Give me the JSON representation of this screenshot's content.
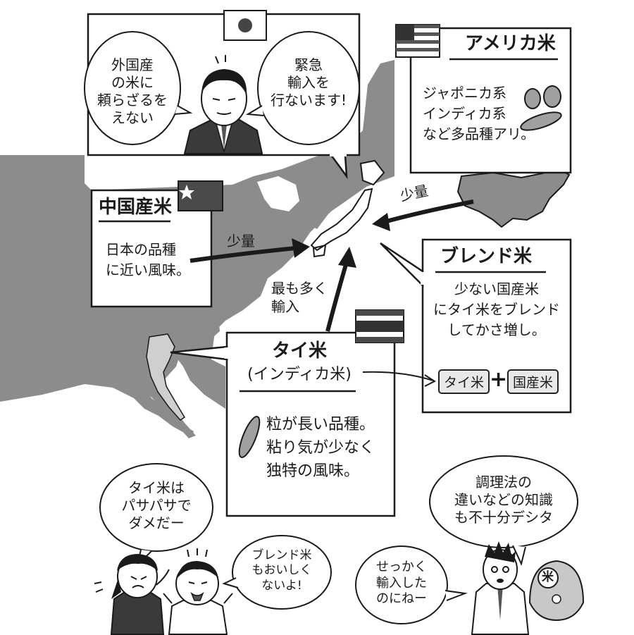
{
  "japan_box": {
    "bubble_left": "外国産\nの米に\n頼らざるを\nえない",
    "bubble_right": "緊急\n輸入を\n行ないます!"
  },
  "usa_box": {
    "title": "アメリカ米",
    "body": "ジャポニカ系\nインディカ系\nなど多品種アリ。",
    "arrow_label": "少量"
  },
  "china_box": {
    "title": "中国産米",
    "body": "日本の品種\nに近い風味。",
    "arrow_label": "少量"
  },
  "thai_box": {
    "title": "タイ米",
    "subtitle": "(インディカ米)",
    "body": "粒が長い品種。\n粘り気が少なく\n独特の風味。",
    "arrow_label": "最も多く\n輸入"
  },
  "blend_box": {
    "title": "ブレンド米",
    "body": "少ない国産米\nにタイ米をブレンド\nしてかさ増し。",
    "mix_left": "タイ米",
    "mix_plus": "+",
    "mix_right": "国産米"
  },
  "people": {
    "woman_bubble": "タイ米は\nパサパサで\nダメだー",
    "boy_bubble": "ブレンド米\nもおいしく\nないよ!",
    "man_bubble": "せっかく\n輸入した\nのにねー",
    "top_bubble": "調理法の\n違いなどの知識\nも不十分デシタ",
    "mascot_badge": "米"
  },
  "colors": {
    "land": "#8c8c8c",
    "line": "#1a1a1a",
    "paper": "#ffffff",
    "mix_fill": "#e8e8e8"
  }
}
